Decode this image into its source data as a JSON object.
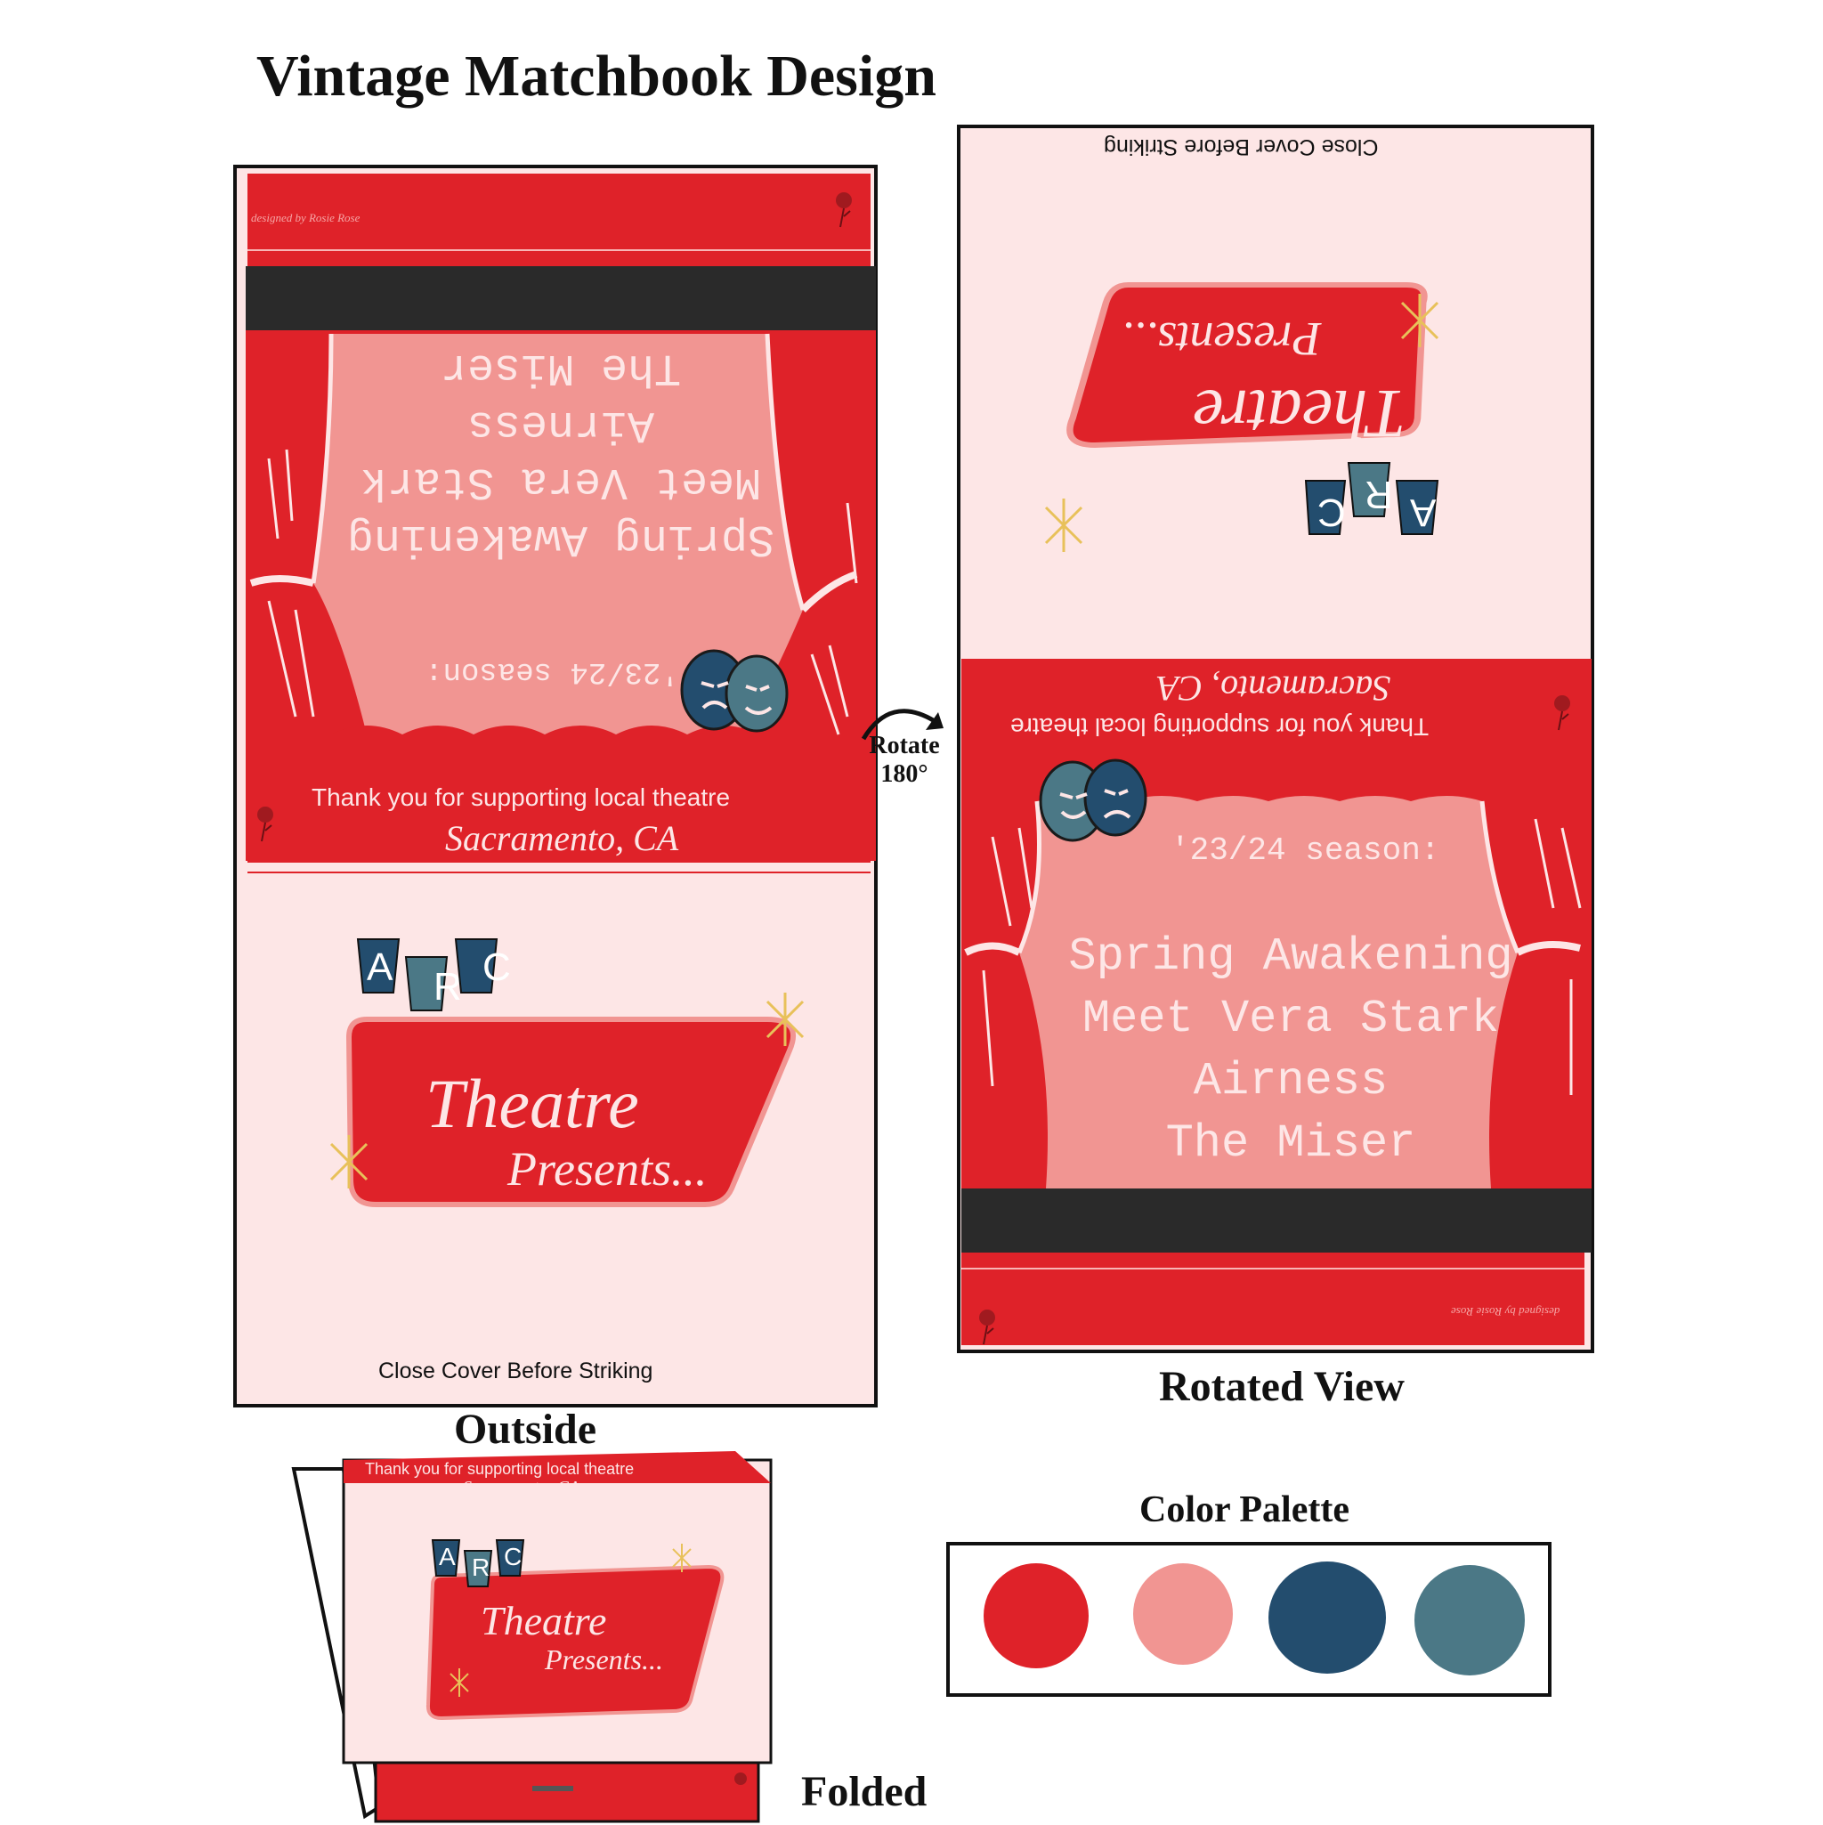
{
  "title": "Vintage Matchbook Design",
  "labels": {
    "outside": "Outside",
    "rotated_view": "Rotated View",
    "folded": "Folded",
    "color_palette": "Color Palette",
    "rotate_line1": "Rotate",
    "rotate_line2": "180°"
  },
  "matchbook": {
    "credit": "designed by Rosie Rose",
    "season_label": "'23/24 season:",
    "shows": [
      "Spring Awakening",
      "Meet Vera Stark",
      "Airness",
      "The Miser"
    ],
    "thank_you": "Thank you for supporting local theatre",
    "city": "Sacramento, CA",
    "close_cover": "Close Cover Before Striking",
    "logo": {
      "letters": [
        "A",
        "R",
        "C"
      ],
      "line1": "Theatre",
      "line2": "Presents..."
    }
  },
  "palette": {
    "swatches": [
      {
        "name": "red",
        "hex": "#df2229"
      },
      {
        "name": "pink",
        "hex": "#f19592"
      },
      {
        "name": "navy",
        "hex": "#234d6e"
      },
      {
        "name": "teal",
        "hex": "#4b7886"
      }
    ]
  },
  "colors": {
    "red": "#df2229",
    "pink": "#f19592",
    "blush": "#fde6e6",
    "navy": "#234d6e",
    "teal": "#4b7886",
    "strike": "#2a2a2a",
    "gold": "#e8c15a"
  }
}
